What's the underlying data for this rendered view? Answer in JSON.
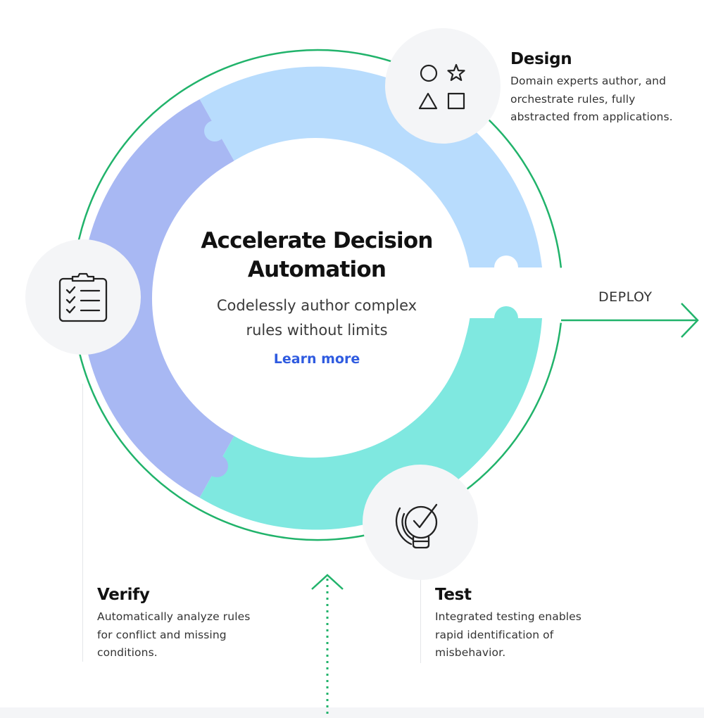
{
  "center": {
    "title_line1": "Accelerate Decision",
    "title_line2": "Automation",
    "subtitle_line1": "Codelessly author complex",
    "subtitle_line2": "rules without limits",
    "link_label": "Learn more"
  },
  "deploy_label": "DEPLOY",
  "stages": {
    "design": {
      "title": "Design",
      "desc_line1": "Domain experts author, and",
      "desc_line2": "orchestrate rules, fully",
      "desc_line3": "abstracted from applications."
    },
    "verify": {
      "title": "Verify",
      "desc_line1": "Automatically analyze rules",
      "desc_line2": "for conflict and missing",
      "desc_line3": "conditions."
    },
    "test": {
      "title": "Test",
      "desc_line1": "Integrated testing enables",
      "desc_line2": "rapid identification of",
      "desc_line3": "misbehavior."
    }
  },
  "colors": {
    "design_segment": "#b8dcfd",
    "verify_segment": "#a8b8f3",
    "test_segment": "#7fe8e0",
    "cycle_line": "#21b36b",
    "icon_circle": "#f4f5f7",
    "link": "#2f5be0"
  },
  "icons": {
    "design": "shapes-icon",
    "verify": "clipboard-checklist-icon",
    "test": "lightbulb-check-icon"
  }
}
